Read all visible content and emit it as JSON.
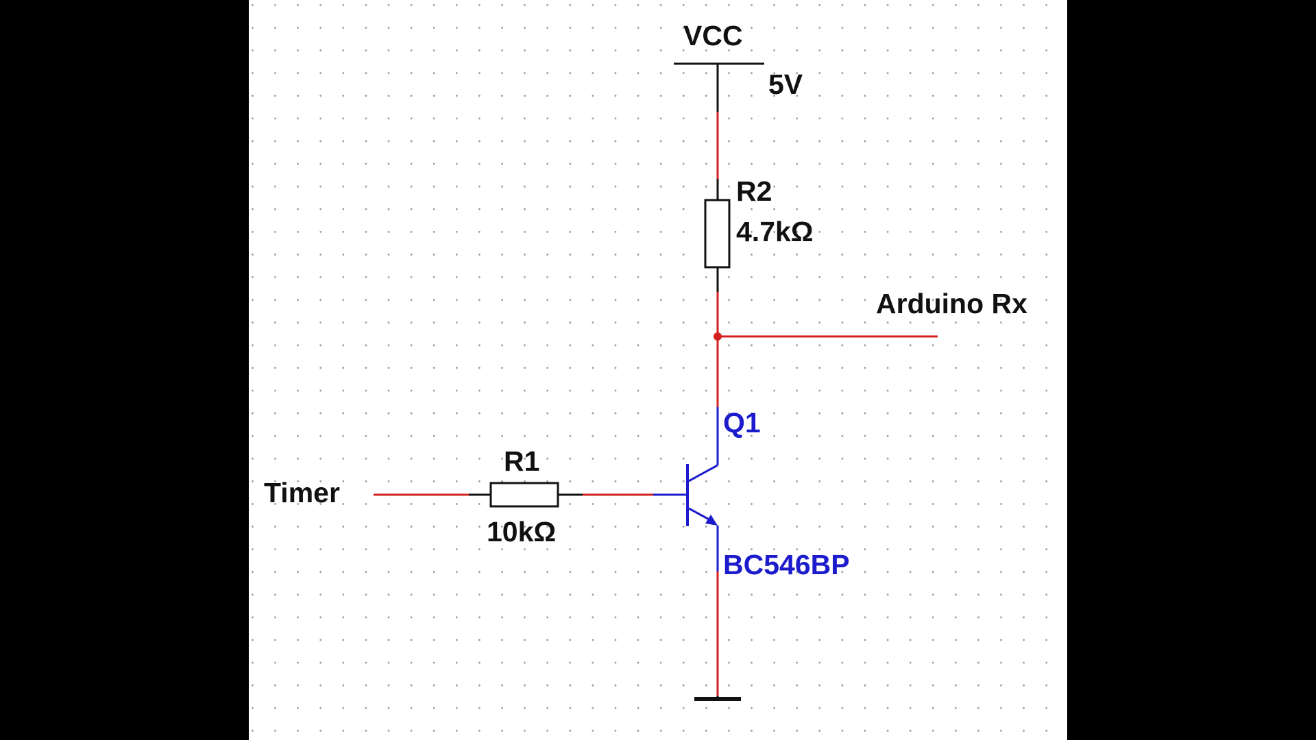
{
  "schematic": {
    "supply": {
      "name": "VCC",
      "voltage": "5V"
    },
    "r2": {
      "ref": "R2",
      "value": "4.7kΩ"
    },
    "r1": {
      "ref": "R1",
      "value": "10kΩ"
    },
    "q1": {
      "ref": "Q1",
      "model": "BC546BP"
    },
    "nets": {
      "input": "Timer",
      "output": "Arduino Rx"
    }
  },
  "colors": {
    "wire": "#d42020",
    "component": "#1c1ccc",
    "outline": "#111111",
    "background": "#ffffff",
    "frame": "#000000"
  }
}
